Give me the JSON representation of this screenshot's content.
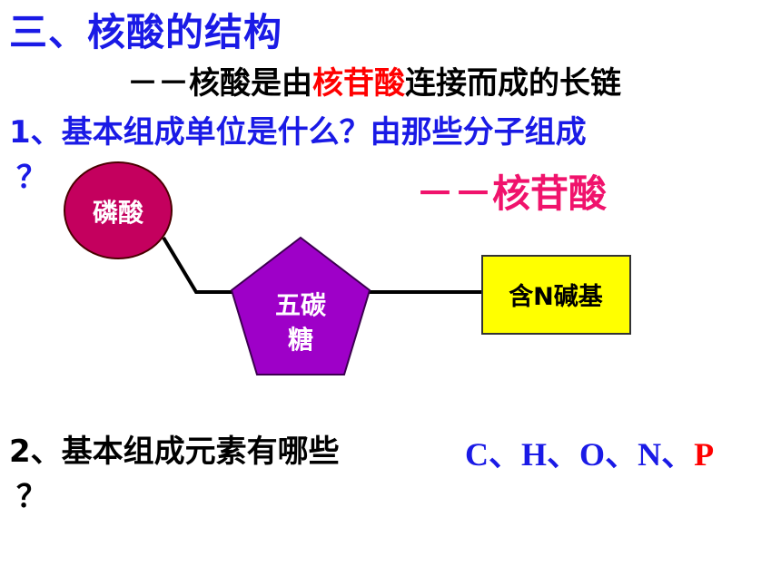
{
  "title": "三、核酸的结构",
  "subtitle": {
    "prefix": "－－核酸是由",
    "highlight": "核苷酸",
    "suffix": "连接而成的长链"
  },
  "question1": {
    "text": "1、基本组成单位是什么？",
    "tail": "由那些分子组成",
    "mark": "？"
  },
  "answer1": "－－核苷酸",
  "diagram": {
    "phosphate": "磷酸",
    "sugar_line1": "五碳",
    "sugar_line2": "糖",
    "base": "含N碱基",
    "colors": {
      "phosphate": "#c4005e",
      "sugar": "#9e00c8",
      "base": "#ffff00"
    }
  },
  "question2": {
    "text": "2、基本组成元素有哪些",
    "mark": "？"
  },
  "elements": {
    "items": [
      "C",
      "H",
      "O",
      "N"
    ],
    "sep": "、",
    "last": "P"
  }
}
